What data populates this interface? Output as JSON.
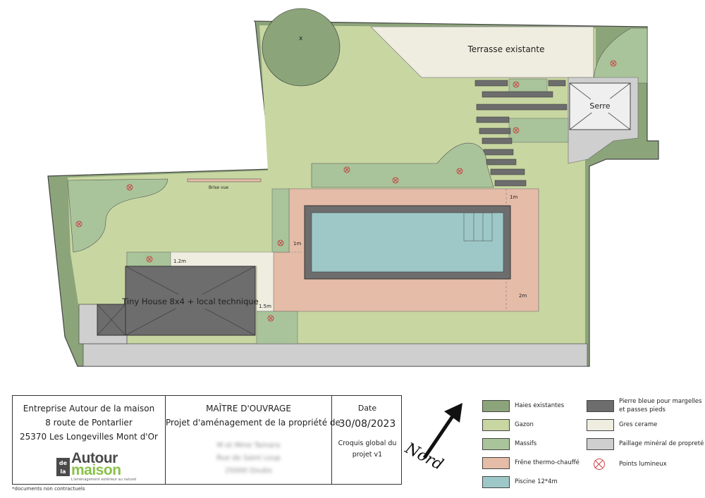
{
  "plan": {
    "labels": {
      "terrace": "Terrasse existante",
      "greenhouse": "Serre",
      "tiny_house": "Tiny House 8x4 + local technique",
      "brise_vue": "Brise vue",
      "dim_1m_top": "1m",
      "dim_1m_left": "1m",
      "dim_2m": "2m",
      "dim_1_2m": "1.2m",
      "dim_1_5m": "1.5m"
    },
    "colors": {
      "hedge": "#8ca47a",
      "lawn": "#c8d6a1",
      "massif": "#a9c49a",
      "deck": "#e5bca8",
      "pool": "#9ec8c8",
      "stone": "#6d6d6d",
      "ceramic": "#efede0",
      "gravel": "#cfcfcf",
      "light": "#c44444"
    }
  },
  "title_block": {
    "company": {
      "name": "Entreprise Autour de la maison",
      "address1": "8 route de Pontarlier",
      "address2": "25370 Les Longevilles Mont d'Or",
      "logo_badge": "de la",
      "logo_top": "Autour",
      "logo_bottom": "maison",
      "logo_tagline": "L'aménagement extérieur au naturel"
    },
    "owner": {
      "heading": "MAÎTRE D'OUVRAGE",
      "subheading": "Projet d'aménagement de la propriété de",
      "line1": "M et Mme Tamara",
      "line2": "Rue de Saint Loup",
      "line3": "25000 Doubs"
    },
    "date": {
      "label": "Date",
      "value": "30/08/2023",
      "desc1": "Croquis global du",
      "desc2": "projet v1"
    }
  },
  "disclaimer": "*documents non contractuels",
  "north_label": "Nord",
  "legend": [
    {
      "label": "Haies existantes",
      "color": "#8ca47a"
    },
    {
      "label": "Gazon",
      "color": "#c8d6a1"
    },
    {
      "label": "Massifs",
      "color": "#a9c49a"
    },
    {
      "label": "Frêne thermo-chauffé",
      "color": "#e5bca8"
    },
    {
      "label": "Piscine 12*4m",
      "color": "#9ec8c8"
    },
    {
      "label": "Pierre bleue pour margelles et passes pieds",
      "color": "#6d6d6d"
    },
    {
      "label": "Gres cerame",
      "color": "#efede0"
    },
    {
      "label": "Paillage minéral de propreté",
      "color": "#cfcfcf"
    },
    {
      "label": "Points lumineux",
      "color": "#c44444"
    }
  ]
}
